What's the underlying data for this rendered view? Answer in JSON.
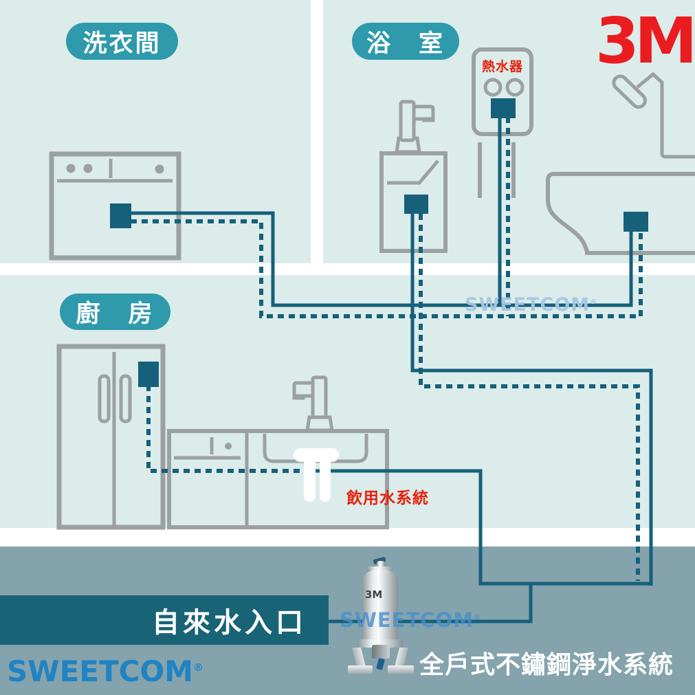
{
  "colors": {
    "background": "#dcecea",
    "wall_white": "#ffffff",
    "floor_band_gray": "#85a3ac",
    "room_pill_teal": "#2e9aac",
    "pipe_teal": "#16607b",
    "inlet_box_teal": "#186476",
    "appliance_gray": "#9ba1a3",
    "annotation_red": "#e8200b",
    "brand_red": "#eb1c20",
    "brand_blue": "#1f83c4",
    "watermark_blue": "#a6c7e3"
  },
  "rooms": {
    "laundry": {
      "label": "洗衣間"
    },
    "bathroom": {
      "label": "浴　室"
    },
    "kitchen": {
      "label": "廚　房"
    }
  },
  "annotations": {
    "water_heater": "熱水器",
    "drinking_water_system": "飲用水系統",
    "water_inlet": "自來水入口",
    "system_name": "全戶式不鏽鋼淨水系統"
  },
  "logos": {
    "brand": "3M",
    "vendor": "SWEETCOM",
    "registered": "®",
    "filter_unit_label": "3M"
  },
  "watermarks": {
    "middle": "SWEETCOM",
    "bottom": "SWEETCOM"
  }
}
